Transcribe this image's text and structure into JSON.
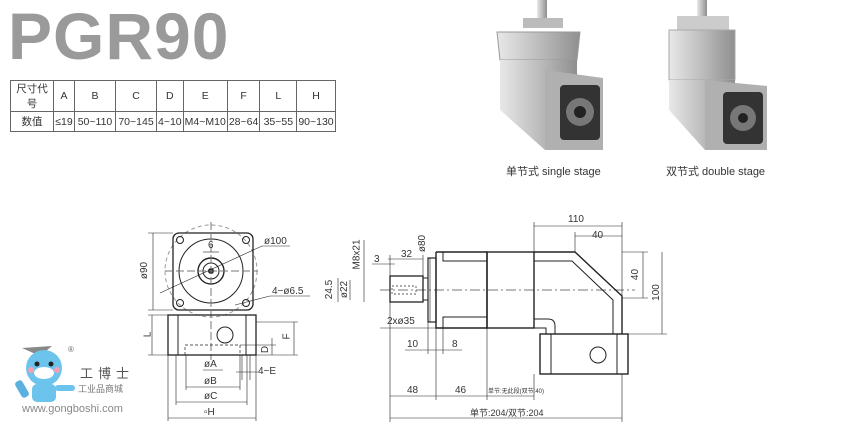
{
  "title": "PGR90",
  "spec_table": {
    "header_label": "尺寸代号",
    "columns": [
      "A",
      "B",
      "C",
      "D",
      "E",
      "F",
      "L",
      "H"
    ],
    "row_label": "数值",
    "values": [
      "≤19",
      "50~110",
      "70~145",
      "4~10",
      "M4~M10",
      "28~64",
      "35~55",
      "90~130"
    ]
  },
  "photos": {
    "single_caption": "单节式 single stage",
    "double_caption": "双节式 double stage"
  },
  "front_view": {
    "d90": "ø90",
    "key": "6",
    "d100": "ø100",
    "holes": "4−ø6.5",
    "L": "L",
    "F": "F",
    "D": "D",
    "E": "4−E",
    "A": "øA",
    "B": "øB",
    "C": "øC",
    "H": "▫H"
  },
  "side_view": {
    "d80": "ø80",
    "thread": "M8x21",
    "d3": "3",
    "d32": "32",
    "d245": "24.5",
    "d22": "ø22",
    "d35": "2xø35",
    "d10": "10",
    "d8": "8",
    "d110": "110",
    "d40a": "40",
    "d40b": "40",
    "d100": "100",
    "d48": "48",
    "d46": "46",
    "note": "单节:无此段(双节:40)",
    "total": "单节:204/双节:204"
  },
  "logo": {
    "brand": "工博士",
    "sub": "工业品商城",
    "url": "www.gongboshi.com",
    "reg": "®"
  }
}
